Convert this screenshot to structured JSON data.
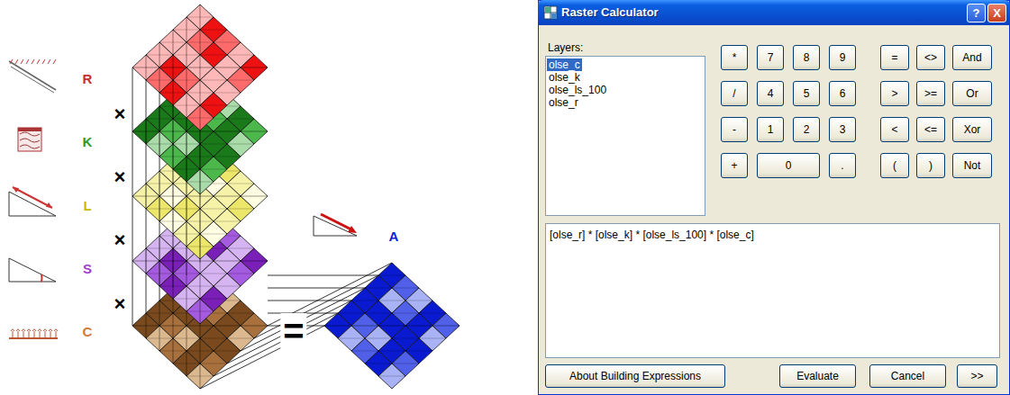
{
  "diagram": {
    "nodes": [
      {
        "text": [
          "Raster Calculator"
        ]
      },
      {
        "text": [
          "?"
        ],
        "in": 0
      },
      {
        "text": [
          "X"
        ],
        "in": 0
      },
      {
        "text": [
          "Layers:",
          "olse_c",
          "olse_k",
          "olse_ls_100",
          "olse_r"
        ],
        "in": 0
      },
      {
        "text": [
          "*"
        ],
        "in": 0
      },
      {
        "text": [
          "7"
        ],
        "in": 0
      },
      {
        "text": [
          "8"
        ],
        "in": 0
      },
      {
        "text": [
          "9"
        ],
        "in": 0
      },
      {
        "text": [
          "="
        ],
        "in": 0
      },
      {
        "text": [
          "<>"
        ],
        "in": 0
      },
      {
        "text": [
          "And"
        ],
        "in": 0
      },
      {
        "text": [
          "/"
        ],
        "in": 0
      },
      {
        "text": [
          "4"
        ],
        "in": 0
      },
      {
        "text": [
          "5"
        ],
        "in": 0
      },
      {
        "text": [
          "6"
        ],
        "in": 0
      },
      {
        "text": [
          ">"
        ],
        "in": 0
      },
      {
        "text": [
          ">="
        ],
        "in": 0
      },
      {
        "text": [
          "Or"
        ],
        "in": 0
      },
      {
        "text": [
          "-"
        ],
        "in": 0
      },
      {
        "text": [
          "1"
        ],
        "in": 0
      },
      {
        "text": [
          "2"
        ],
        "in": 0
      },
      {
        "text": [
          "3"
        ],
        "in": 0
      },
      {
        "text": [
          "<"
        ],
        "in": 0
      },
      {
        "text": [
          "<="
        ],
        "in": 0
      },
      {
        "text": [
          "Xor"
        ],
        "in": 0
      },
      {
        "text": [
          "+"
        ],
        "in": 0
      },
      {
        "text": [
          "0"
        ],
        "in": 0
      },
      {
        "text": [
          "."
        ],
        "in": 0
      },
      {
        "text": [
          "("
        ],
        "in": 0
      },
      {
        "text": [
          ")"
        ],
        "in": 0
      },
      {
        "text": [
          "Not"
        ],
        "in": 0
      },
      {
        "text": [
          "[olse_r] * [olse_k] * [olse_ls_100] * [olse_c]"
        ],
        "in": 0
      },
      {
        "text": [
          "About Building Expressions"
        ],
        "in": 0
      },
      {
        "text": [
          "Evaluate"
        ],
        "in": 0
      },
      {
        "text": [
          "Cancel"
        ],
        "in": 0
      },
      {
        "text": [
          ">>"
        ],
        "in": 0
      }
    ],
    "labels": [
      "R",
      "K",
      "L",
      "S",
      "C",
      "×",
      "×",
      "×",
      "×",
      "=",
      "A"
    ]
  }
}
